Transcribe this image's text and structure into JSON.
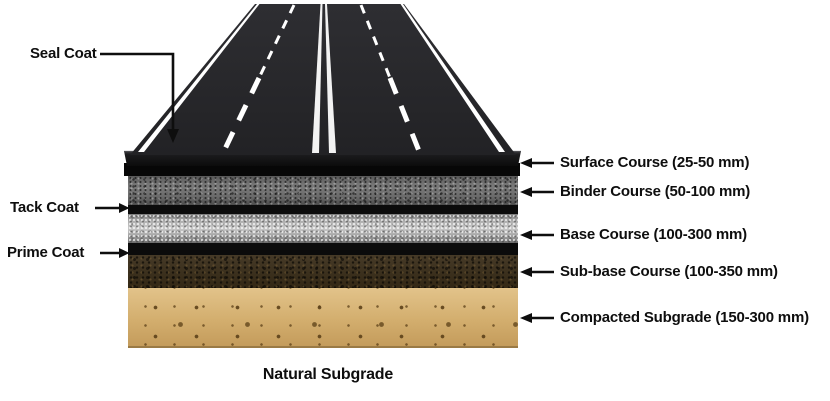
{
  "diagram": {
    "type": "flexible-pavement-cross-section",
    "coat_labels": {
      "seal": "Seal Coat",
      "tack": "Tack Coat",
      "prime": "Prime Coat"
    },
    "layer_labels": [
      "Surface Course (25-50 mm)",
      "Binder Course (50-100 mm)",
      "Base Course (100-300 mm)",
      "Sub-base Course (100-350 mm)",
      "Compacted Subgrade (150-300 mm)"
    ],
    "layers": [
      {
        "name": "Surface Course",
        "thickness": "25-50 mm"
      },
      {
        "name": "Binder Course",
        "thickness": "50-100 mm"
      },
      {
        "name": "Base Course",
        "thickness": "100-300 mm"
      },
      {
        "name": "Sub-base Course",
        "thickness": "100-350 mm"
      },
      {
        "name": "Compacted Subgrade",
        "thickness": "150-300 mm"
      }
    ],
    "bottom_label": "Natural Subgrade",
    "colors": {
      "asphalt": "#28282b",
      "road_marking": "#ffffff",
      "coat_band": "#0b0b0b",
      "binder_course": "#6e6e6e",
      "base_course": "#a9a9a9",
      "sub_base_course": "#382c1b",
      "compacted_subgrade": "#d4b074",
      "text": "#0e0e0e"
    }
  }
}
